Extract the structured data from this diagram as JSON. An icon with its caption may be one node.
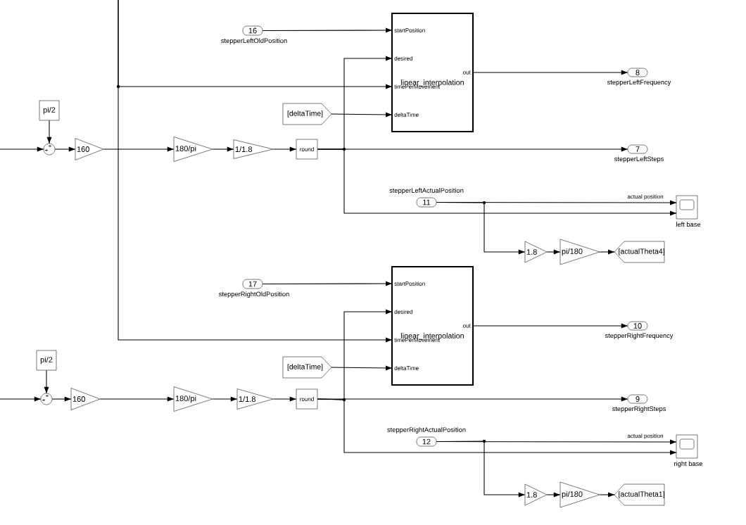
{
  "diagram": {
    "nodes": [
      {
        "text": [
          "16"
        ],
        "beside": [
          "stepperLeftOldPosition"
        ]
      },
      {
        "text": [
          "startPosition",
          "desired",
          "out",
          "linear_interpolation",
          "timePerMovement",
          "deltaTime"
        ]
      },
      {
        "text": [
          "pi/2"
        ]
      },
      {
        "text": [
          "+",
          "+"
        ]
      },
      {
        "text": [
          "160"
        ]
      },
      {
        "text": [
          "180/pi"
        ]
      },
      {
        "text": [
          "1/1.8"
        ]
      },
      {
        "text": [
          "round"
        ]
      },
      {
        "text": [
          "[deltaTime]"
        ]
      },
      {
        "text": [
          "8"
        ],
        "beside": [
          "stepperLeftFrequency"
        ]
      },
      {
        "text": [
          "7"
        ],
        "beside": [
          "stepperLeftSteps"
        ]
      },
      {
        "text": [
          "11"
        ],
        "beside": [
          "stepperLeftActualPosition"
        ]
      },
      {
        "text": [],
        "shape": "box",
        "beside": [
          "left base"
        ]
      },
      {
        "text": [
          "1.8"
        ]
      },
      {
        "text": [
          "pi/180"
        ]
      },
      {
        "text": [
          "[actualTheta4]"
        ]
      },
      {
        "text": [
          "17"
        ],
        "beside": [
          "stepperRightOldPosition"
        ]
      },
      {
        "text": [
          "startPosition",
          "desired",
          "out",
          "linear_interpolation",
          "timePerMovement",
          "deltaTime"
        ]
      },
      {
        "text": [
          "pi/2"
        ]
      },
      {
        "text": [
          "+",
          "+"
        ]
      },
      {
        "text": [
          "160"
        ]
      },
      {
        "text": [
          "180/pi"
        ]
      },
      {
        "text": [
          "1/1.8"
        ]
      },
      {
        "text": [
          "round"
        ]
      },
      {
        "text": [
          "[deltaTime]"
        ]
      },
      {
        "text": [
          "10"
        ],
        "beside": [
          "stepperRightFrequency"
        ]
      },
      {
        "text": [
          "9"
        ],
        "beside": [
          "stepperRightSteps"
        ]
      },
      {
        "text": [
          "12"
        ],
        "beside": [
          "stepperRightActualPosition"
        ]
      },
      {
        "text": [],
        "shape": "box",
        "beside": [
          "right base"
        ]
      },
      {
        "text": [
          "1.8"
        ]
      },
      {
        "text": [
          "pi/180"
        ]
      },
      {
        "text": [
          "[actualTheta1]"
        ]
      }
    ],
    "edges": [
      {
        "from": null,
        "to": 3,
        "arrow": "to"
      },
      {
        "from": 2,
        "to": 3,
        "arrow": "to"
      },
      {
        "from": 3,
        "to": 4,
        "arrow": "to"
      },
      {
        "from": 4,
        "to": 5,
        "arrow": "to"
      },
      {
        "from": 5,
        "to": 6,
        "arrow": "to"
      },
      {
        "from": 6,
        "to": 7,
        "arrow": "to"
      },
      {
        "from": 7,
        "to": 10,
        "arrow": "to"
      },
      {
        "from": 7,
        "to": 1,
        "arrow": "to"
      },
      {
        "from": 7,
        "to": 12,
        "arrow": "to"
      },
      {
        "from": 0,
        "to": 1,
        "arrow": "to"
      },
      {
        "from": 8,
        "to": 1,
        "arrow": "to"
      },
      {
        "from": null,
        "to": 1,
        "arrow": "to"
      },
      {
        "from": 1,
        "to": 9,
        "arrow": "to"
      },
      {
        "from": 11,
        "to": 12,
        "arrow": "to",
        "label": "actual position"
      },
      {
        "from": 11,
        "to": 13,
        "arrow": "to"
      },
      {
        "from": 13,
        "to": 14,
        "arrow": "to"
      },
      {
        "from": 14,
        "to": 15,
        "arrow": "to"
      },
      {
        "from": null,
        "to": 19,
        "arrow": "to"
      },
      {
        "from": 18,
        "to": 19,
        "arrow": "to"
      },
      {
        "from": 19,
        "to": 20,
        "arrow": "to"
      },
      {
        "from": 20,
        "to": 21,
        "arrow": "to"
      },
      {
        "from": 21,
        "to": 22,
        "arrow": "to"
      },
      {
        "from": 22,
        "to": 23,
        "arrow": "to"
      },
      {
        "from": 23,
        "to": 26,
        "arrow": "to"
      },
      {
        "from": 23,
        "to": 17,
        "arrow": "to"
      },
      {
        "from": 23,
        "to": 28,
        "arrow": "to"
      },
      {
        "from": 16,
        "to": 17,
        "arrow": "to"
      },
      {
        "from": 24,
        "to": 17,
        "arrow": "to"
      },
      {
        "from": null,
        "to": 17,
        "arrow": "to"
      },
      {
        "from": 17,
        "to": 25,
        "arrow": "to"
      },
      {
        "from": 27,
        "to": 28,
        "arrow": "to",
        "label": "actual position"
      },
      {
        "from": 27,
        "to": 29,
        "arrow": "to"
      },
      {
        "from": 29,
        "to": 30,
        "arrow": "to"
      },
      {
        "from": 30,
        "to": 31,
        "arrow": "to"
      }
    ]
  }
}
